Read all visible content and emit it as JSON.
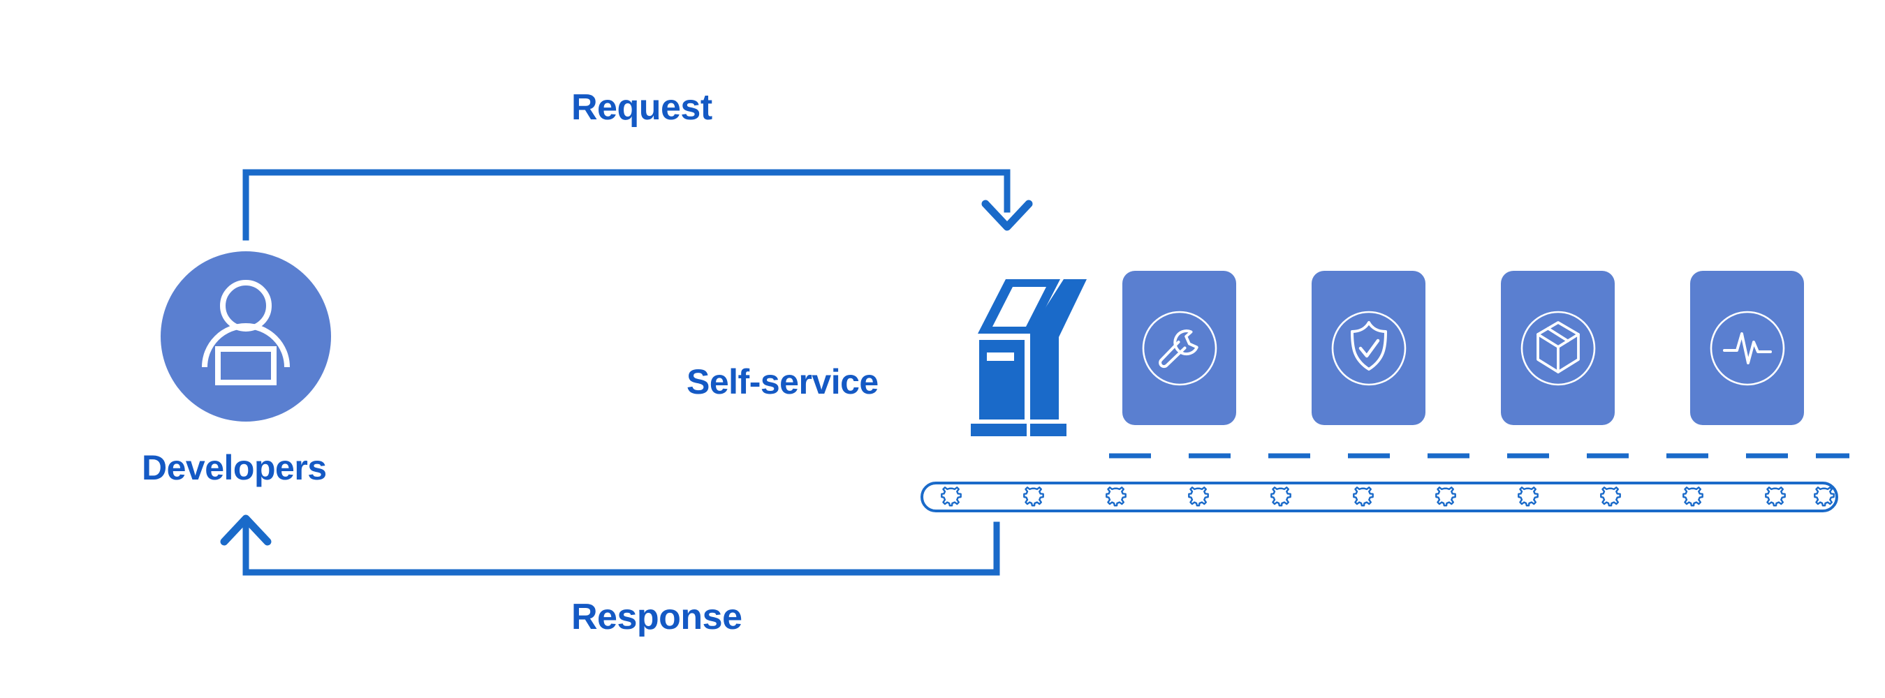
{
  "diagram": {
    "title": "Self-service developer platform request/response flow",
    "colors": {
      "primary_blue": "#1a6ac9",
      "label_blue": "#1459c4",
      "card_blue": "#5a7fd0",
      "avatar_blue": "#5a7fd0",
      "icon_white": "#ffffff",
      "background": "#ffffff"
    }
  },
  "actors": {
    "developers": {
      "label": "Developers",
      "icon": "user-avatar-icon"
    },
    "self_service": {
      "label": "Self-service",
      "icon": "kiosk-icon"
    }
  },
  "flows": [
    {
      "label": "Request",
      "direction": "developers-to-self-service",
      "arrow": "down-arrow-icon"
    },
    {
      "label": "Response",
      "direction": "self-service-to-developers",
      "arrow": "up-arrow-icon"
    }
  ],
  "flow_labels": {
    "request": "Request",
    "response": "Response"
  },
  "service_cards": [
    {
      "icon": "wrench-icon",
      "name": "tooling"
    },
    {
      "icon": "shield-check-icon",
      "name": "security"
    },
    {
      "icon": "package-box-icon",
      "name": "packaging"
    },
    {
      "icon": "pulse-monitor-icon",
      "name": "monitoring"
    }
  ],
  "conveyor": {
    "icon": "gear-icon",
    "gear_count": 11,
    "dash_count": 10
  }
}
